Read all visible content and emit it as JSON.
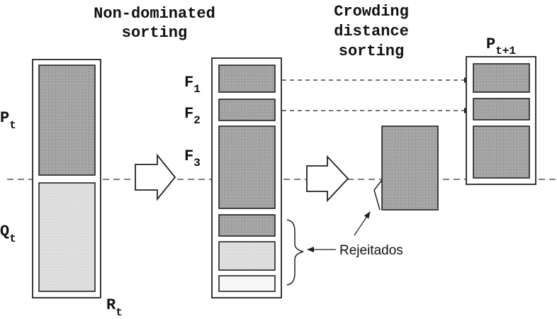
{
  "titles": {
    "nondominated_line1": "Non-dominated",
    "nondominated_line2": "sorting",
    "crowding_line1": "Crowding",
    "crowding_line2": "distance",
    "crowding_line3": "sorting"
  },
  "labels": {
    "pt_main": "P",
    "pt_sub": "t",
    "qt_main": "Q",
    "qt_sub": "t",
    "rt_main": "R",
    "rt_sub": "t",
    "f1_main": "F",
    "f1_sub": "1",
    "f2_main": "F",
    "f2_sub": "2",
    "f3_main": "F",
    "f3_sub": "3",
    "pnext_main": "P",
    "pnext_sub": "t+1",
    "rejected": "Rejeitados"
  },
  "colors": {
    "dark_fill": "#a9a9a9",
    "light_fill": "#dcdcdc",
    "stroke": "#222222"
  }
}
